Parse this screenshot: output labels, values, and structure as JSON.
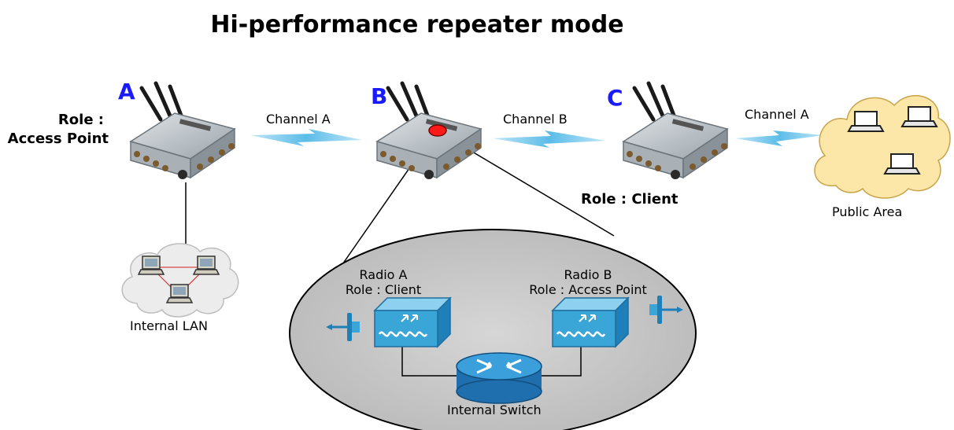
{
  "title": "Hi-performance repeater mode",
  "nodes": {
    "a": {
      "letter": "A",
      "role_line1": "Role :",
      "role_line2": "Access Point"
    },
    "b": {
      "letter": "B"
    },
    "c": {
      "letter": "C",
      "role": "Role : Client"
    }
  },
  "links": {
    "ab": "Channel A",
    "bc": "Channel B",
    "cd": "Channel A"
  },
  "clouds": {
    "public": "Public Area",
    "internal": "Internal LAN"
  },
  "detail": {
    "radio_a": {
      "name": "Radio A",
      "role": "Role : Client"
    },
    "radio_b": {
      "name": "Radio B",
      "role": "Role : Access Point"
    },
    "switch": "Internal Switch"
  },
  "colors": {
    "letter": "#1a1aff",
    "lightning": "#6ec8f0",
    "cloud": "#fde7a8",
    "ellipse": "#c8c8c8",
    "radio_box": "#3aa6d8",
    "switch": "#2f8fd0",
    "marker": "#ff1a1a"
  }
}
